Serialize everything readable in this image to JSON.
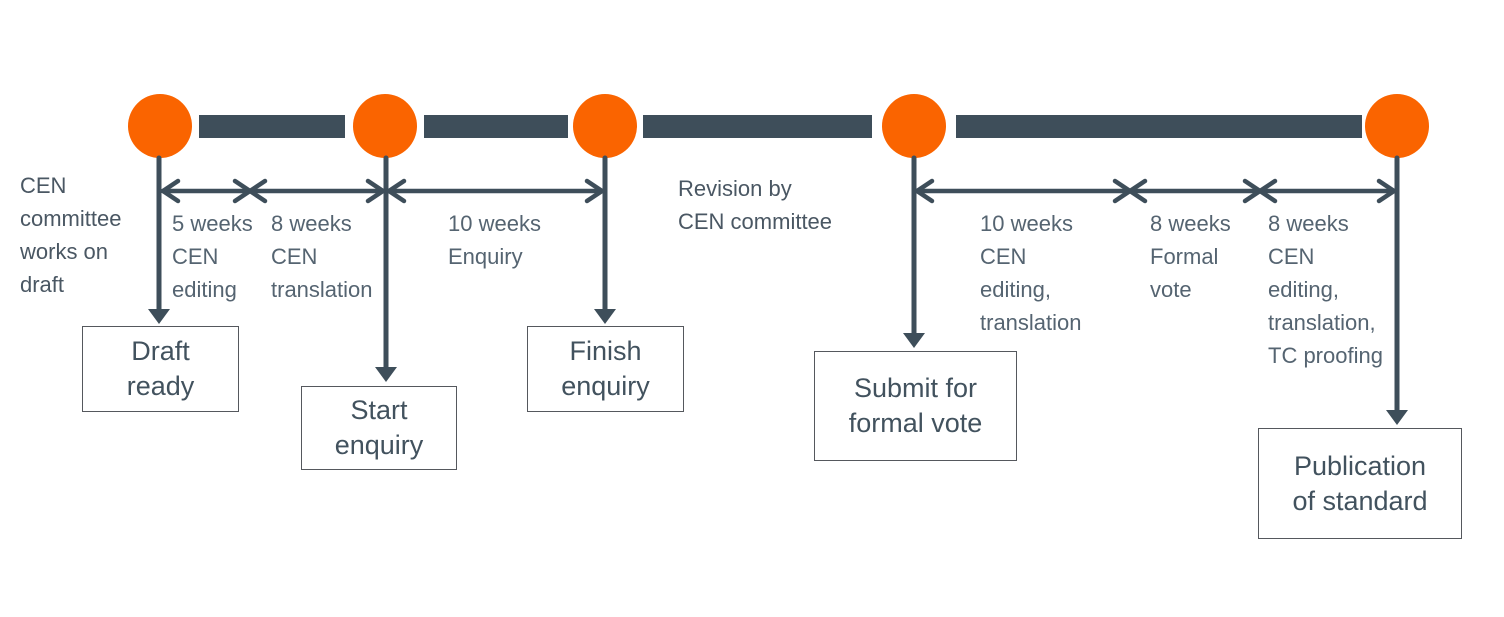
{
  "diagram": {
    "colors": {
      "milestone_dot": "#FA6400",
      "timeline_bar": "#3E4E5A",
      "arrow": "#3E4E5A",
      "label_text": "#556471",
      "note_text": "#4A5763",
      "box_text": "#42525E",
      "box_border": "#55585D",
      "background": "#FFFFFF"
    },
    "intro_note": {
      "label": "CEN committee works on draft",
      "lines": [
        "CEN",
        "committee",
        "works on",
        "draft"
      ]
    },
    "revision_note": {
      "label": "Revision by CEN committee",
      "lines": [
        "Revision by",
        "CEN committee"
      ]
    },
    "milestones": [
      {
        "label": "Draft ready",
        "lines": [
          "Draft",
          "ready"
        ]
      },
      {
        "label": "Start enquiry",
        "lines": [
          "Start",
          "enquiry"
        ]
      },
      {
        "label": "Finish enquiry",
        "lines": [
          "Finish",
          "enquiry"
        ]
      },
      {
        "label": "Submit for formal vote",
        "lines": [
          "Submit for",
          "formal vote"
        ]
      },
      {
        "label": "Publication of standard",
        "lines": [
          "Publication",
          "of standard"
        ]
      }
    ],
    "intervals": [
      {
        "duration": "5 weeks",
        "activity": "CEN editing",
        "lines": [
          "5 weeks",
          "CEN",
          "editing"
        ]
      },
      {
        "duration": "8 weeks",
        "activity": "CEN translation",
        "lines": [
          "8 weeks",
          "CEN",
          "translation"
        ]
      },
      {
        "duration": "10 weeks",
        "activity": "Enquiry",
        "lines": [
          "10 weeks",
          "Enquiry"
        ]
      },
      {
        "duration": "10 weeks",
        "activity": "CEN editing, translation",
        "lines": [
          "10 weeks",
          "CEN",
          "editing,",
          "translation"
        ]
      },
      {
        "duration": "8 weeks",
        "activity": "Formal vote",
        "lines": [
          "8 weeks",
          "Formal",
          "vote"
        ]
      },
      {
        "duration": "8 weeks",
        "activity": "CEN editing, translation, TC proofing",
        "lines": [
          "8 weeks",
          "CEN",
          "editing,",
          "translation,",
          "TC proofing"
        ]
      }
    ]
  }
}
